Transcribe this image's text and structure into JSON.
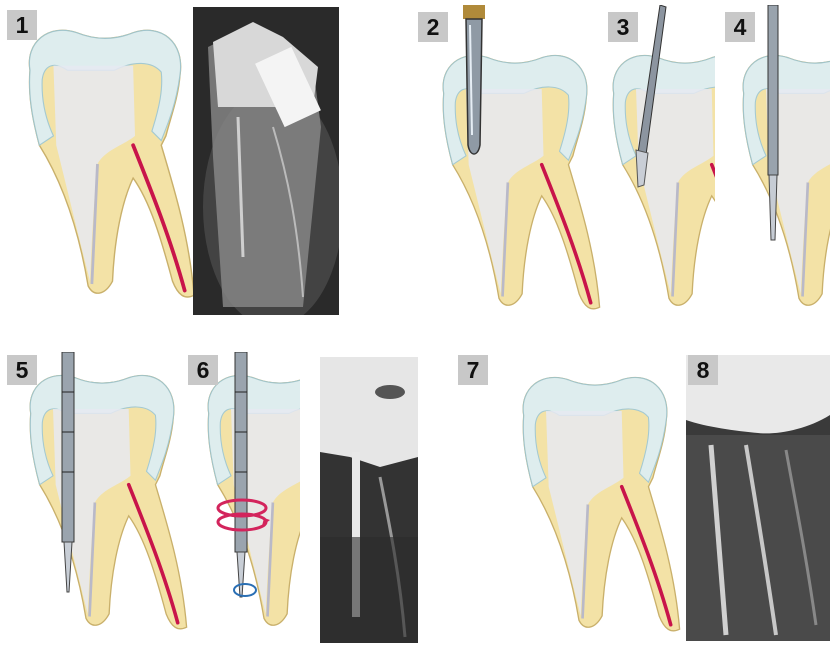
{
  "steps": [
    "1",
    "2",
    "3",
    "4",
    "5",
    "6",
    "7",
    "8"
  ],
  "icons": {
    "tooth": "tooth-cross-section-icon",
    "bur": "drill-bur-icon",
    "file": "endodontic-file-icon",
    "rotation": "rotation-arrows-icon",
    "xray": "radiograph-image"
  },
  "colors": {
    "enamel": "#d9eef5",
    "dentin": "#f1dd9a",
    "pulp": "#e9ecf3",
    "canal": "#c8144a",
    "badge": "#c8c8c8",
    "rotation_arrow": "#d3245c"
  }
}
